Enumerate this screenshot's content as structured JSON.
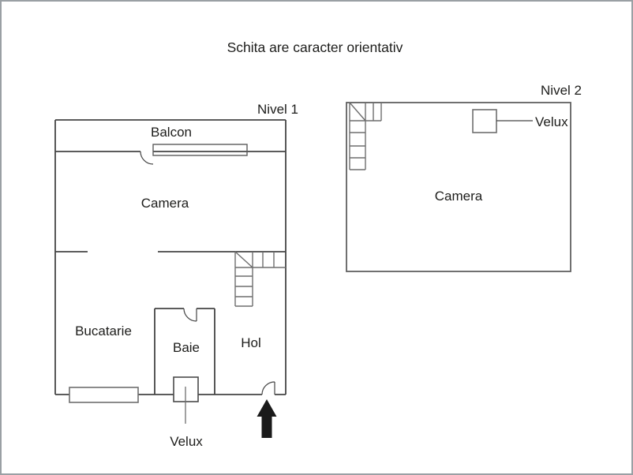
{
  "title": "Schita are caracter orientativ",
  "level1": {
    "label": "Nivel 1",
    "rooms": {
      "balcon": "Balcon",
      "camera": "Camera",
      "bucatarie": "Bucatarie",
      "baie": "Baie",
      "hol": "Hol"
    },
    "velux_label": "Velux"
  },
  "level2": {
    "label": "Nivel 2",
    "rooms": {
      "camera": "Camera"
    },
    "velux_label": "Velux"
  },
  "colors": {
    "wall": "#454545",
    "secondary_line": "#6e6e6e",
    "text": "#1d1d1b",
    "frame": "#9aa0a4",
    "arrow": "#1a1a1a",
    "background": "#ffffff"
  }
}
